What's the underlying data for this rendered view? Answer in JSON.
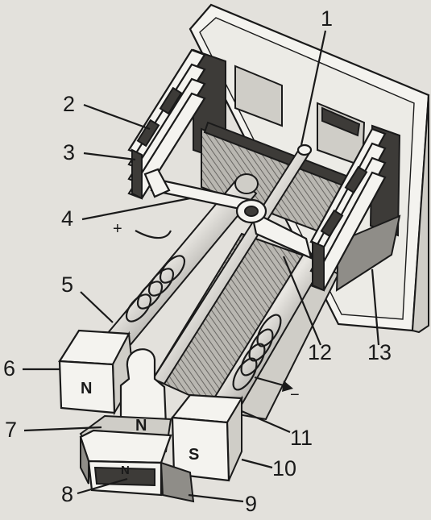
{
  "callouts": [
    "1",
    "2",
    "3",
    "4",
    "5",
    "6",
    "7",
    "8",
    "9",
    "10",
    "11",
    "12",
    "13"
  ],
  "poles": {
    "left_block": "N",
    "center_core": "N",
    "right_block": "S",
    "base_plate": "N"
  },
  "terminals": {
    "positive": "+",
    "negative": "−"
  },
  "colors": {
    "background": "#e3e1dc",
    "ink": "#1a1a1a",
    "face_white": "#f4f3ef",
    "face_light": "#cfcdc7",
    "face_mid": "#8f8d88",
    "face_dark": "#3d3b38"
  }
}
